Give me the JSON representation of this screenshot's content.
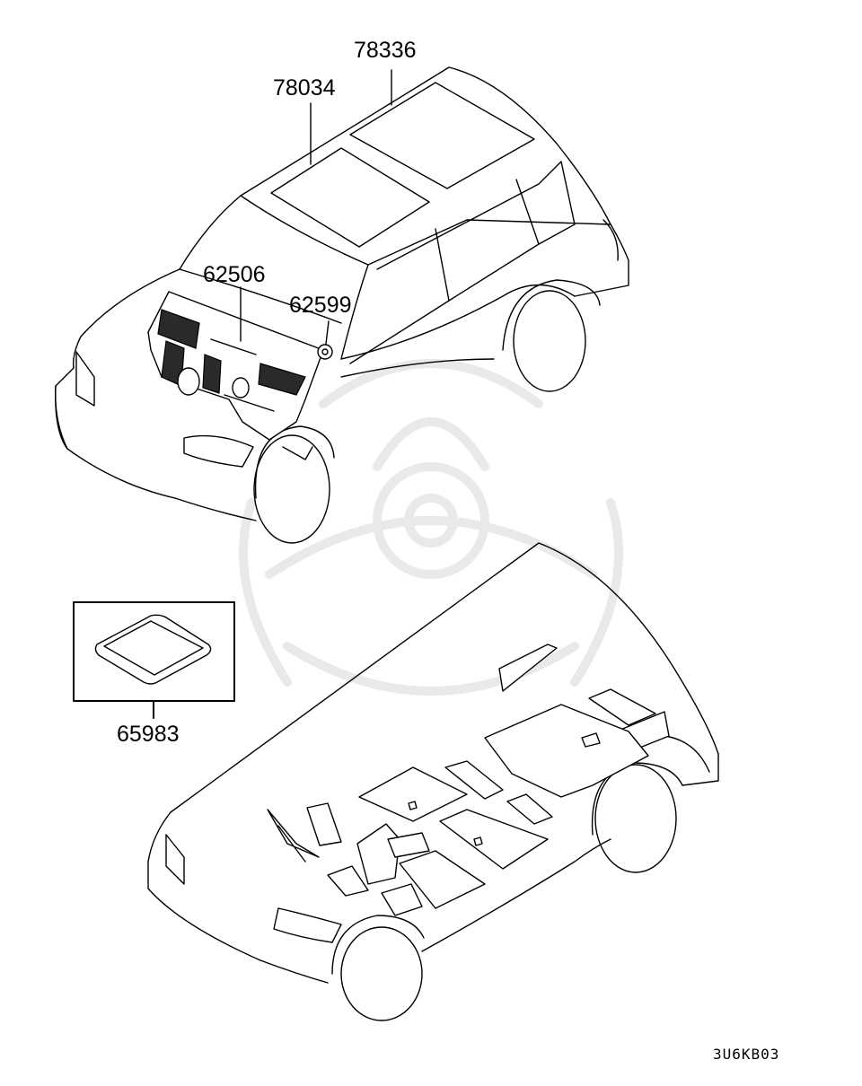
{
  "labels": {
    "roof_front": "78034",
    "roof_rear": "78336",
    "dash_insulator": "62506",
    "grommet": "62599",
    "pad_detail": "65983"
  },
  "figure_code": "3U6KB03"
}
